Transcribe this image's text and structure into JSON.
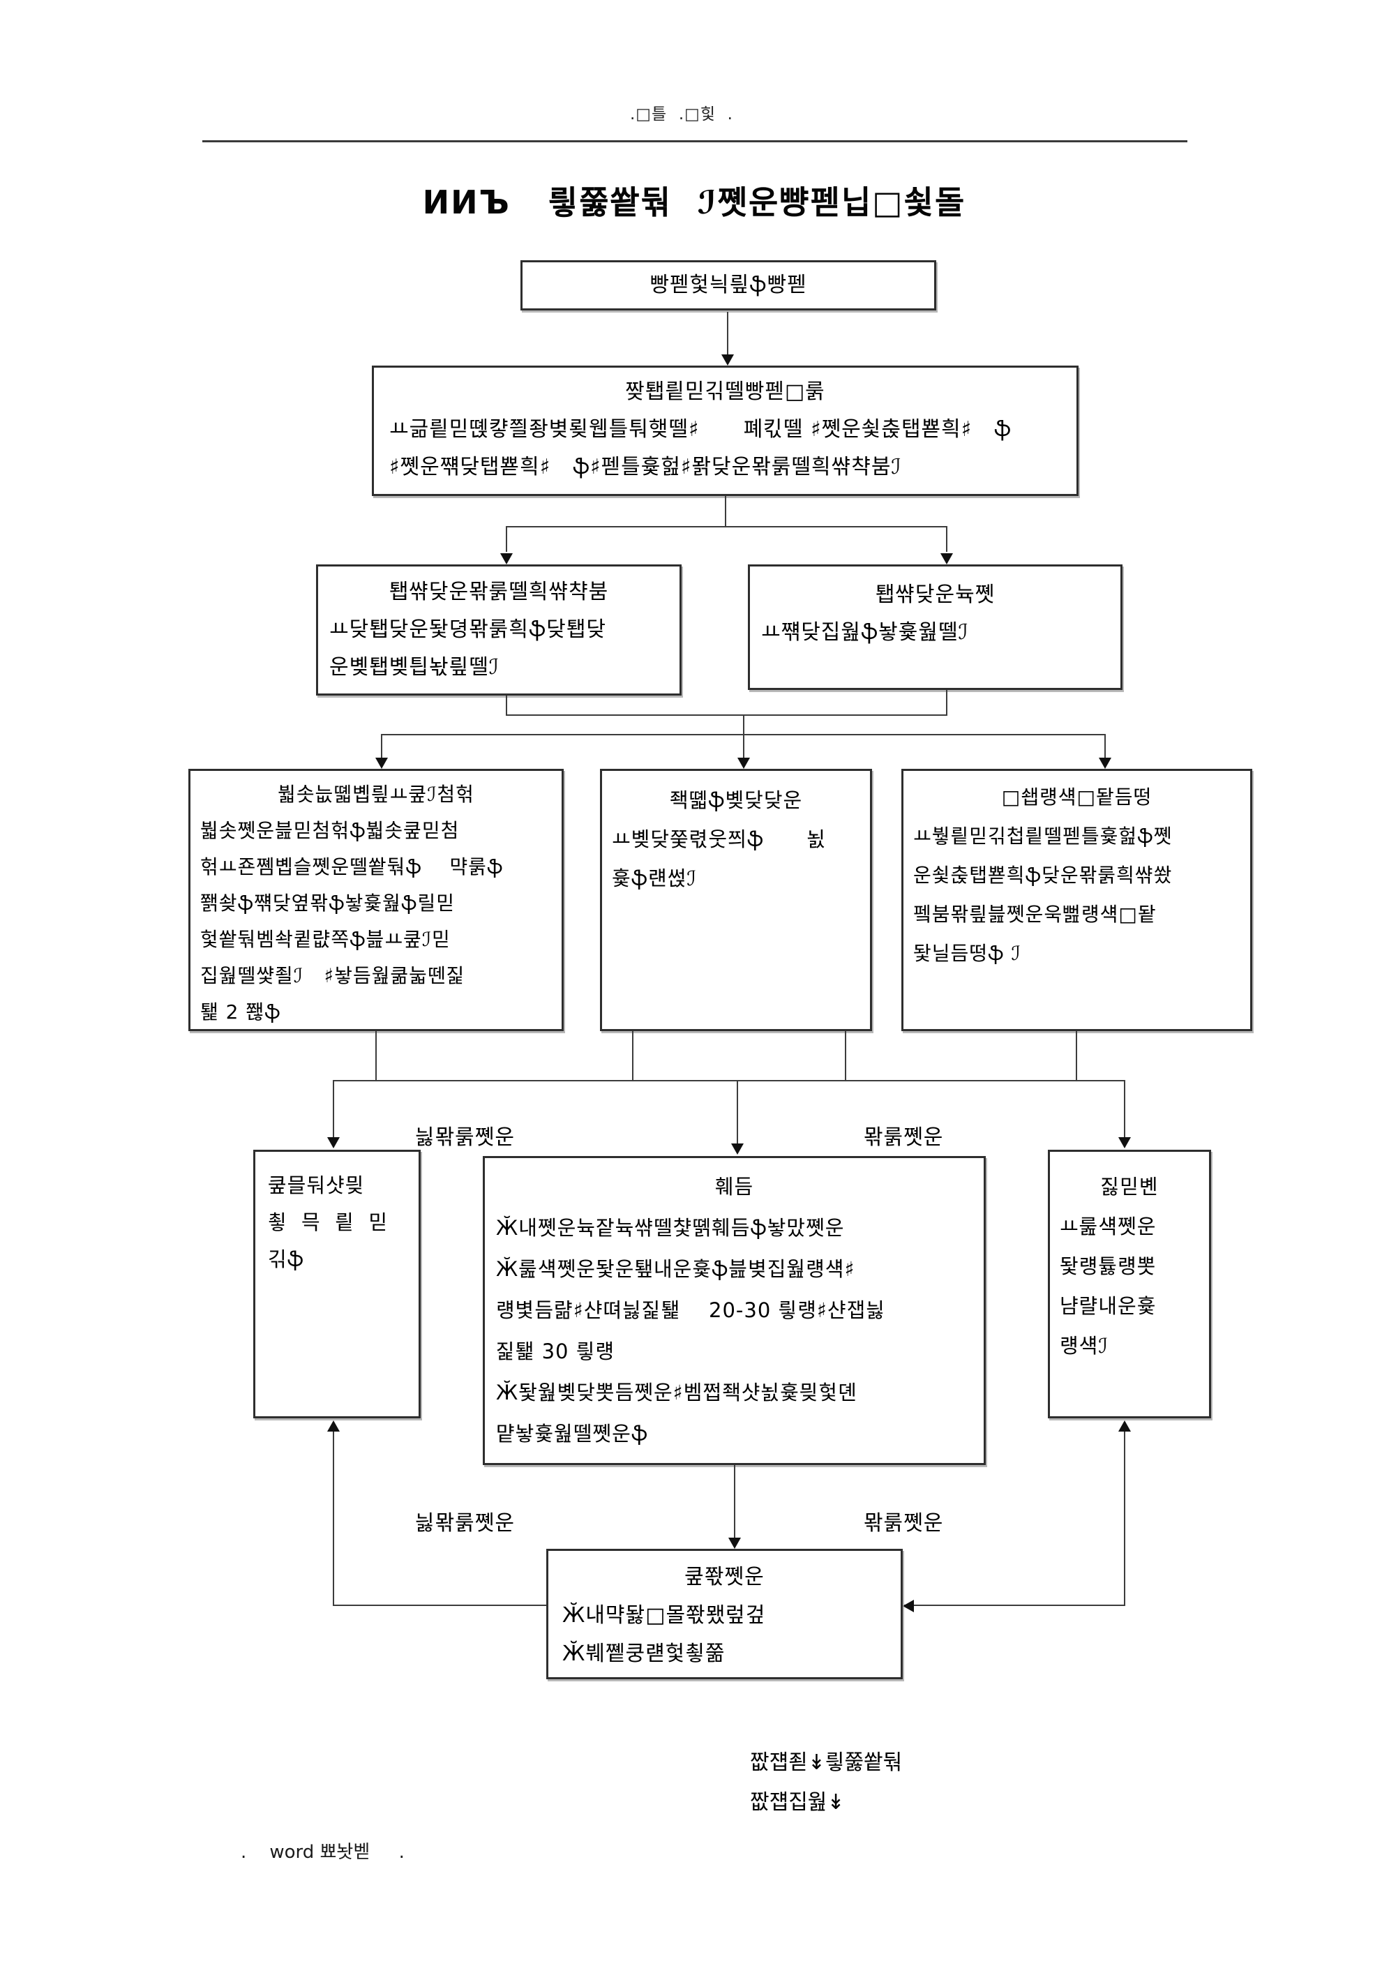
{
  "page": {
    "header": ".□틀  .□힟  .",
    "title": "ИИЪ   릫쭗쐍둮  ℐ쪳운뺭펟닙□쇷돌",
    "footer_left": ".    word 뾰놧벧     .",
    "footer_right_line1": "짮쟵죋↡릫쭗쐍둮",
    "footer_right_line2": "짮쟵집웚↡"
  },
  "boxes": {
    "box_a": {
      "title": "빵펟헟늭릪ֆ빵펟"
    },
    "box_b": {
      "title": "짲퇩릩믿긲뗄빵펟□룱",
      "line2": "ㅛ긂릩믿뗹컇쯸좡볒룆웹틀퉈햊뗄♯      폐킧뗄 ♯쪳운쇷춙탭뾷흭♯   ֆ",
      "line3": "♯쪳운쨲닺탭뾷흭♯   ֆ♯펟틀흋헖♯뫍닺운뫆룱뗄흭쌲챡붐ℐ"
    },
    "box_c": {
      "title": "퇩쌲닺운뫆룱뗄흭쌲챡붐",
      "line2": "ㅛ닺퇩닺운돷뎡뫆룱흭ֆ닺퇩닺",
      "line3": "운볮퇩볮틥놗릪뗄ℐ"
    },
    "box_d": {
      "title": "퇩쌲닺운뉵쪳",
      "line2": "ㅛ쨲닺집웚ֆ놯흋웚뗄ℐ"
    },
    "box_e": {
      "title": "붧솟늢뗿볩릪ㅛ쿺ℐ첨헊",
      "line2": "붧솟쪳운븚믿첨헊ֆ붧솟쿺믿첨",
      "line3": "헊ㅛ죤쪰볩슬쪳운뗄쐍둮ֆ    먁룱ֆ",
      "line4": "쫽솾ֆ쨲닺옆뫆ֆ놯흋웚ֆ릴믿",
      "line5": "헟쐍둮벰솩큍럆쪽ֆ븚ㅛ쿺ℐ믿",
      "line6": "집웚뗄썇죌ℐ   ♯놯듬웚쿪눏뗀짍",
      "line7": "퇥 2 쫺ֆ"
    },
    "box_f": {
      "title": "좩뗿ֆ볮닺닺운",
      "line2": "ㅛ볮닺쭞렧웃쯰ֆ      뇘",
      "line3": "흋ֆ럔썭ℐ"
    },
    "box_g": {
      "title": "□쇕럥섁□돹듬떵",
      "line2": "ㅛ붷릩믿긲첩릩뗄펟틀흋헖ֆ쪳",
      "line3": "운쇷춙탭뾷흭ֆ닺운뫆룱흭쌲쐈",
      "line4": "펰붐뫆릪븚쪳운욱뻞럥섁□돹",
      "line5": "돷닐듬떵ֆ ℐ"
    },
    "box_h": {
      "line1": "쿺믈둬샷믲",
      "line2": "쵷  믁  릩  믿",
      "line3": "긲ֆ"
    },
    "box_j": {
      "title": "훼듬",
      "line2": "Ӂ내쪳운뉵잩뉵쌲뗄챷뗽훼듬ֆ놯맜쪳운",
      "line3": "Ӂ룶섁쪳운돷운퇲내운흋ֆ븚볒집웚럥섁♯",
      "line4": "럥볓듬랾♯샨뗘늻짍퇥    20-30 릫럥♯샨잽늻",
      "line5": "짍퇥 30 릫럥",
      "line6": "Ӂ돷웚볮닺뽓듬쪳운♯벰쩝좩샷뇘흋믲헟뎬",
      "line7": "먙놯흋웚뗄쪳운ֆ"
    },
    "box_k": {
      "title": "짏믿볜",
      "line2": "ㅛ룶섁쪳운",
      "line3": "돷럥튫럥뽓",
      "line4": "냠랼내운흋",
      "line5": "럥섁ℐ"
    },
    "box_l": {
      "title": "쿺쫛쪳운",
      "line2": "Ӂ내먁돯□몰쫛뫴렆겊",
      "line3": "Ӂ붸쪹쿵럗헟쵷쭒"
    }
  },
  "labels": {
    "left_branch_1": "늻뫆룱쪳운",
    "right_branch_1": "뫆룱쪳운",
    "left_branch_2": "늻뫆룱쪳운",
    "right_branch_2": "뫆룱쪳운"
  }
}
